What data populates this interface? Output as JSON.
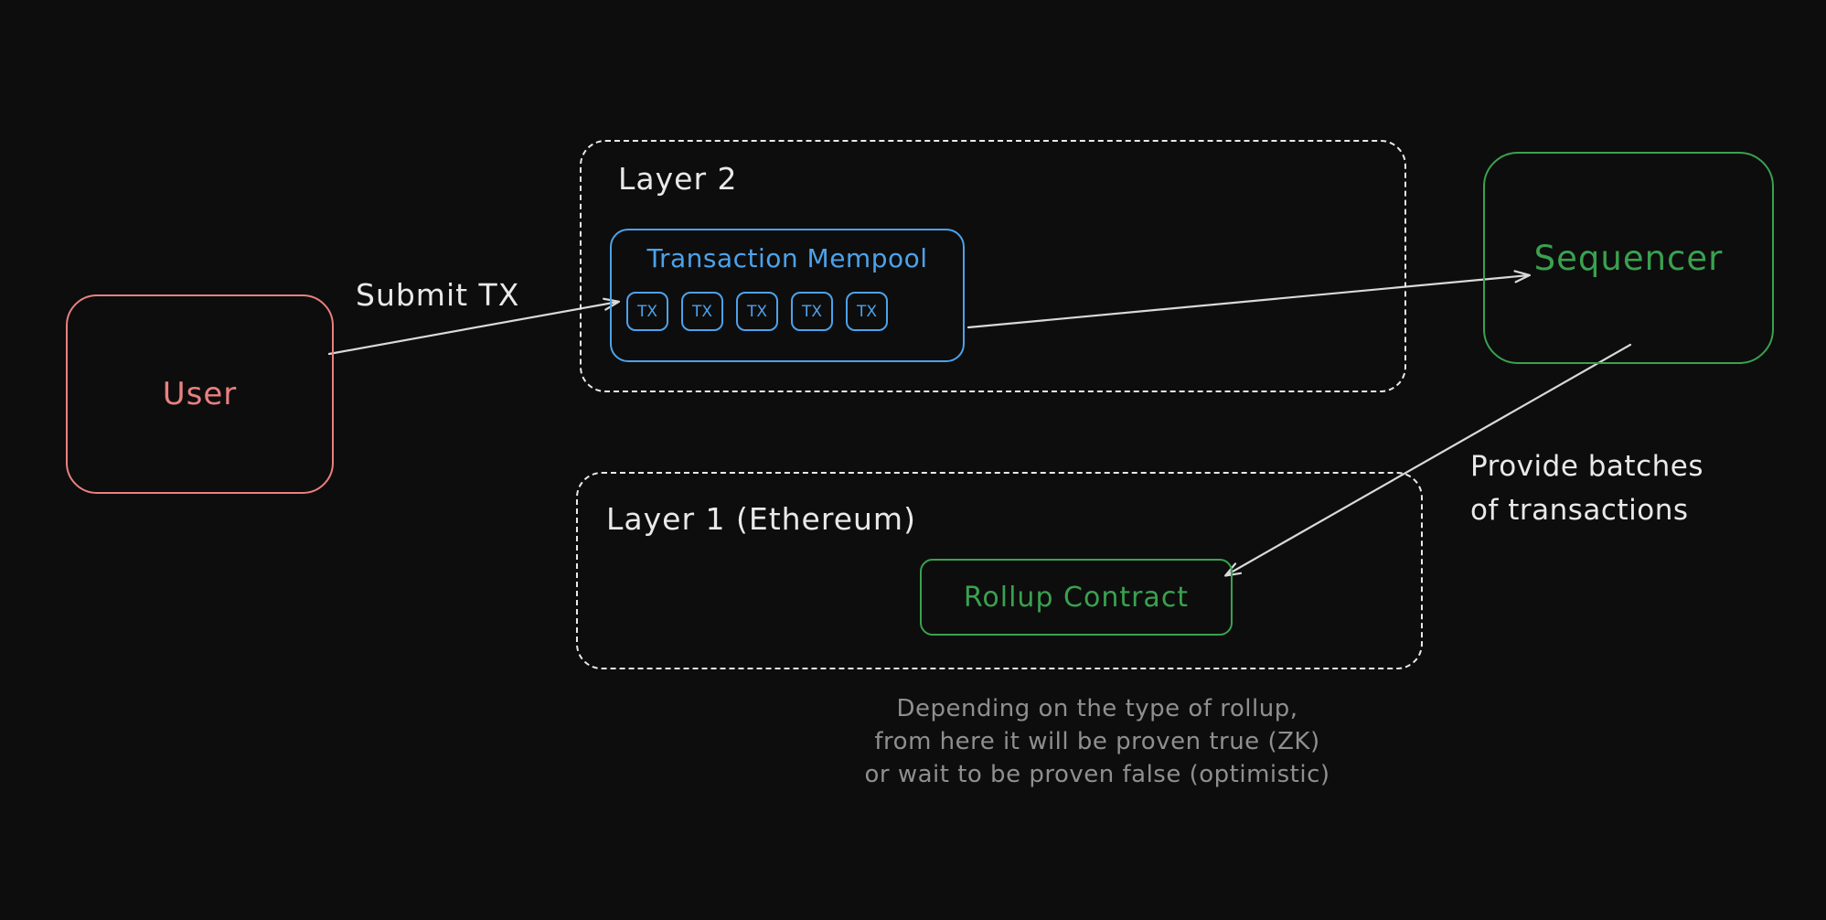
{
  "colors": {
    "bg": "#0d0d0d",
    "red": "#ea8080",
    "blue": "#4da2eb",
    "green": "#3aa14f",
    "white": "#e9e9e9",
    "arrow": "#d9d9d9",
    "gray": "#8f8f8f"
  },
  "nodes": {
    "user": {
      "label": "User"
    },
    "layer2_group": {
      "label": "Layer 2"
    },
    "mempool": {
      "label": "Transaction Mempool",
      "tx_items": [
        "TX",
        "TX",
        "TX",
        "TX",
        "TX"
      ]
    },
    "sequencer": {
      "label": "Sequencer"
    },
    "layer1_group": {
      "label": "Layer 1 (Ethereum)"
    },
    "rollup_contract": {
      "label": "Rollup Contract"
    }
  },
  "edges": {
    "submit_tx": {
      "label": "Submit TX"
    },
    "provide_batches": {
      "line1": "Provide batches",
      "line2": "of transactions"
    }
  },
  "caption": {
    "line1": "Depending on the type of rollup,",
    "line2": "from here it will be proven true (ZK)",
    "line3": "or wait to be proven false (optimistic)"
  }
}
